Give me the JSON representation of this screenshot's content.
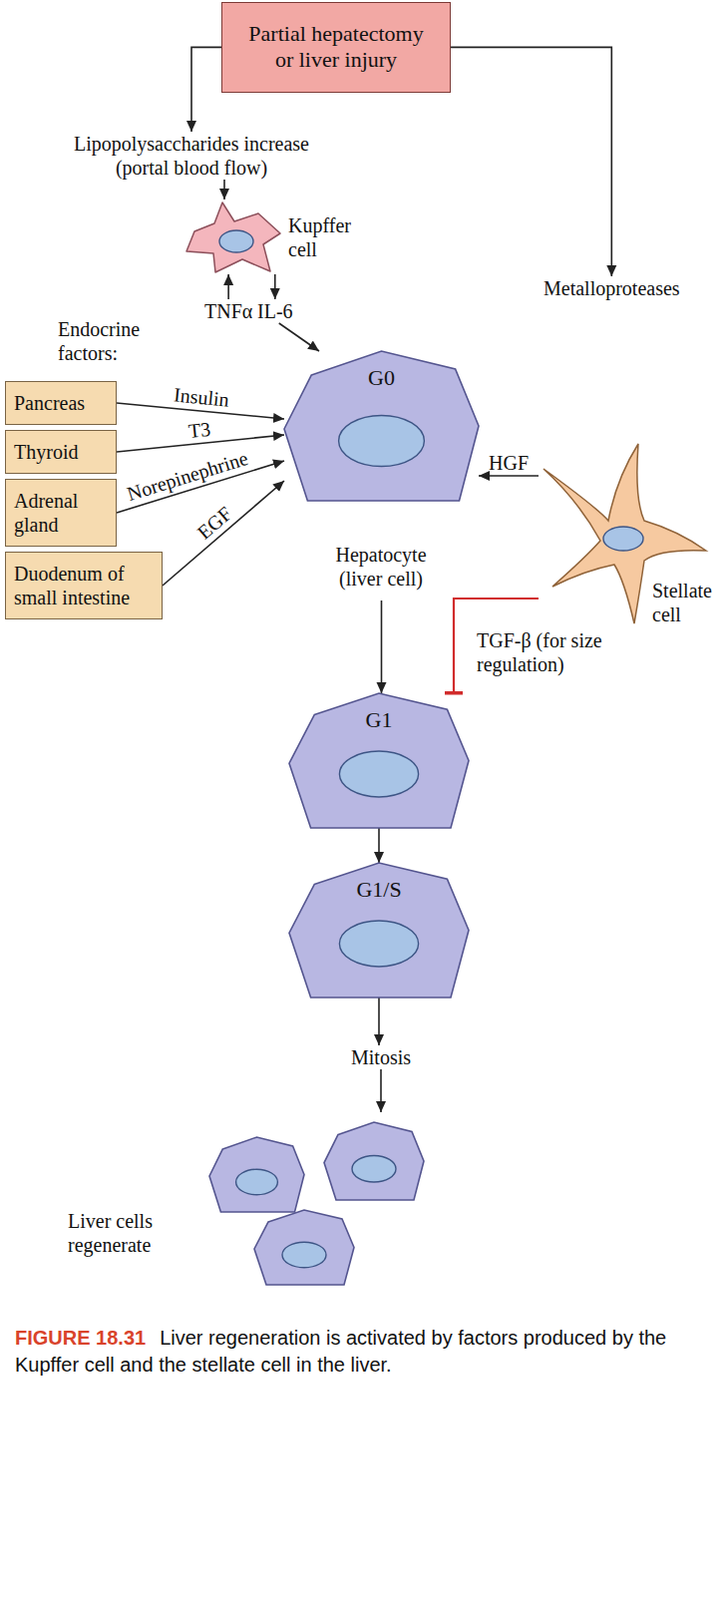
{
  "diagram": {
    "caption": "Liver regeneration is activated by factors produced by the Kupffer cell and the stellate cell in the liver.",
    "nodes": [
      {
        "text": [
          "Partial hepatectomy or liver injury"
        ]
      },
      {
        "text": [
          "Lipopolysaccharides increase (portal blood flow)"
        ]
      },
      {
        "text": [
          "Kupffer cell"
        ]
      },
      {
        "text": [
          "Metalloproteases"
        ]
      },
      {
        "text": [
          "TNFα"
        ]
      },
      {
        "text": [
          "IL-6"
        ]
      },
      {
        "text": [
          "G0",
          "Hepatocyte (liver cell)"
        ]
      },
      {
        "text": [
          "Pancreas"
        ]
      },
      {
        "text": [
          "Thyroid"
        ]
      },
      {
        "text": [
          "Stellate cell"
        ]
      },
      {
        "text": [
          "Adrenal gland"
        ]
      },
      {
        "text": [
          "Duodenum of small intestine"
        ]
      },
      {
        "text": [
          "G1"
        ]
      },
      {
        "text": [
          "G1/S"
        ]
      },
      {
        "text": [
          "Mitosis"
        ]
      },
      {
        "text": [
          "Liver cells regenerate"
        ]
      }
    ],
    "edges": [
      {
        "from": 0,
        "to": 1,
        "arrow": "to"
      },
      {
        "from": 0,
        "to": 3,
        "arrow": "to"
      },
      {
        "from": 1,
        "to": 2,
        "arrow": "to"
      },
      {
        "from": 4,
        "to": 2,
        "arrow": "to"
      },
      {
        "from": 2,
        "to": 5,
        "arrow": "to"
      },
      {
        "from": 5,
        "to": 6,
        "arrow": "to"
      },
      {
        "from": 7,
        "to": 6,
        "label": "Insulin",
        "arrow": "to"
      },
      {
        "from": 8,
        "to": 6,
        "label": "T3",
        "arrow": "to"
      },
      {
        "from": 10,
        "to": 6,
        "label": "Norepinephrine",
        "arrow": "to"
      },
      {
        "from": 11,
        "to": 6,
        "label": "EGF",
        "arrow": "to"
      },
      {
        "from": 9,
        "to": 6,
        "label": "HGF",
        "arrow": "to"
      },
      {
        "from": 9,
        "to": 12,
        "label": "TGF-β (for size regulation)",
        "arrow": "to"
      },
      {
        "from": 6,
        "to": 12,
        "arrow": "to"
      },
      {
        "from": 12,
        "to": 13,
        "arrow": "to"
      },
      {
        "from": 13,
        "to": 14,
        "arrow": "to"
      },
      {
        "from": 14,
        "to": 15,
        "arrow": "to"
      }
    ],
    "labels": [
      "Endocrine factors:",
      "FIGURE 18.31"
    ]
  }
}
